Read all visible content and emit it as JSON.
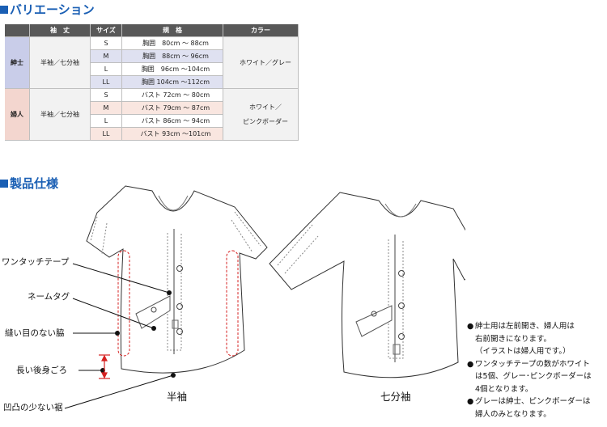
{
  "variation": {
    "title": "バリエーション",
    "headers": [
      "",
      "袖　丈",
      "サイズ",
      "規　格",
      "カラー"
    ],
    "men": {
      "category": "紳士",
      "sleeve": "半袖／七分袖",
      "rows": [
        {
          "size": "S",
          "spec": "胸囲　80cm ～  88cm"
        },
        {
          "size": "M",
          "spec": "胸囲　88cm ～  96cm"
        },
        {
          "size": "L",
          "spec": "胸囲　96cm ～104cm"
        },
        {
          "size": "LL",
          "spec": "胸囲 104cm ～112cm"
        }
      ],
      "color": "ホワイト／グレー"
    },
    "women": {
      "category": "婦人",
      "sleeve": "半袖／七分袖",
      "rows": [
        {
          "size": "S",
          "spec": "バスト 72cm ～  80cm"
        },
        {
          "size": "M",
          "spec": "バスト 79cm ～  87cm"
        },
        {
          "size": "L",
          "spec": "バスト 86cm ～  94cm"
        },
        {
          "size": "LL",
          "spec": "バスト 93cm ～101cm"
        }
      ],
      "color_line1": "ホワイト／",
      "color_line2": "ピンクボーダー"
    }
  },
  "spec": {
    "title": "製品仕様",
    "callouts": {
      "tape": "ワンタッチテープ",
      "tag": "ネームタグ",
      "seamless": "縫い目のない脇",
      "long_back": "長い後身ごろ",
      "hem": "凹凸の少ない裾"
    },
    "captions": {
      "short_sleeve": "半袖",
      "three_quarter": "七分袖"
    },
    "notes": [
      {
        "bullet": "●",
        "lines": [
          "紳士用は左前開き、婦人用は",
          "右前開きになります。",
          "（イラストは婦人用です。）"
        ]
      },
      {
        "bullet": "●",
        "lines": [
          "ワンタッチテープの数がホワイト",
          "は5個、グレー･ピンクボーダーは",
          "4個となります。"
        ]
      },
      {
        "bullet": "●",
        "lines": [
          "グレーは紳士、ピンクボーダーは",
          "婦人のみとなります。"
        ]
      }
    ]
  },
  "colors": {
    "heading": "#1a5fb4",
    "header_bg": "#585858",
    "men_bg": "#c9cde9",
    "women_bg": "#f3d6cf",
    "highlight": "#d62020"
  }
}
